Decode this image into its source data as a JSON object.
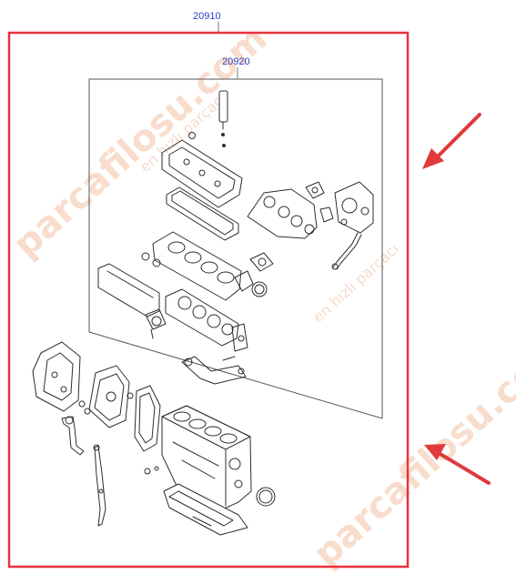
{
  "labels": {
    "outer_code": "20910",
    "inner_code": "20920"
  },
  "watermarks": [
    {
      "text": "parcafilosu.com"
    },
    {
      "text": "en hızlı parçacı"
    },
    {
      "text": "parcafilosu.com"
    },
    {
      "text": "en hızlı parçacı"
    }
  ],
  "colors": {
    "highlight_border": "#e8323a",
    "arrow": "#e03a3a",
    "label_text": "#2b3fc4",
    "line_art": "#2d2d2d",
    "watermark": "#f3c2a6"
  },
  "icons": {
    "arrow_upper": "red-arrow-icon",
    "arrow_lower": "red-arrow-icon"
  }
}
